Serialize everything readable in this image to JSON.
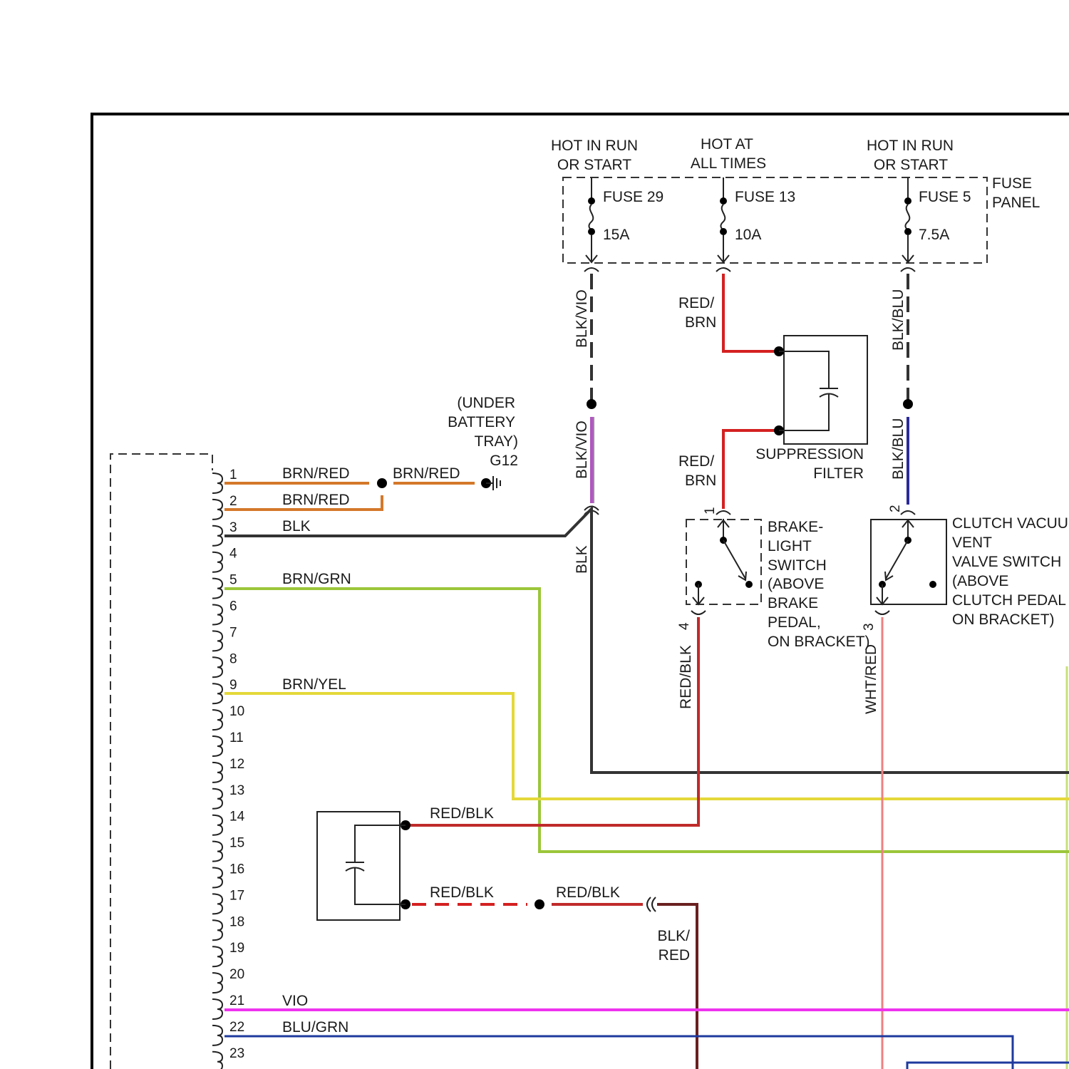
{
  "power": {
    "fuse29": {
      "hot": [
        "HOT IN RUN",
        "OR START"
      ],
      "name": "FUSE 29",
      "rating": "15A"
    },
    "fuse13": {
      "hot": [
        "HOT AT",
        "ALL TIMES"
      ],
      "name": "FUSE 13",
      "rating": "10A"
    },
    "fuse5": {
      "hot": [
        "HOT IN RUN",
        "OR START"
      ],
      "name": "FUSE 5",
      "rating": "7.5A"
    },
    "fuse_panel": [
      "FUSE",
      "PANEL"
    ]
  },
  "ground": {
    "location": [
      "(UNDER",
      "BATTERY",
      "TRAY)"
    ],
    "id": "G12"
  },
  "components": {
    "suppression_filter": [
      "SUPPRESSION",
      "FILTER"
    ],
    "brake_switch": [
      "BRAKE-",
      "LIGHT",
      "SWITCH",
      "(ABOVE",
      "BRAKE",
      "PEDAL,",
      "ON BRACKET)"
    ],
    "clutch_switch": [
      "CLUTCH VACUUM",
      "VENT",
      "VALVE SWITCH",
      "(ABOVE",
      "CLUTCH PEDAL",
      "ON BRACKET)"
    ]
  },
  "wires": {
    "blk_vio": "BLK/VIO",
    "blk_blu": "BLK/BLU",
    "red_brn": [
      "RED/",
      "BRN"
    ],
    "brn_red": "BRN/RED",
    "blk": "BLK",
    "brn_grn": "BRN/GRN",
    "brn_yel": "BRN/YEL",
    "red_blk": "RED/BLK",
    "blk_red": [
      "BLK/",
      "RED"
    ],
    "wht_red": "WHT/RED",
    "vio": "VIO",
    "blu_grn": "BLU/GRN"
  },
  "switch_pins": {
    "brake_in": "1",
    "brake_out": "4",
    "clutch_in": "2",
    "clutch_out": "3"
  },
  "connector_pins": [
    "1",
    "2",
    "3",
    "4",
    "5",
    "6",
    "7",
    "8",
    "9",
    "10",
    "11",
    "12",
    "13",
    "14",
    "15",
    "16",
    "17",
    "18",
    "19",
    "20",
    "21",
    "22",
    "23"
  ],
  "colors": {
    "brn_red": "#d4782a",
    "blk": "#333333",
    "brn_grn": "#9bc63a",
    "brn_yel": "#e4d83a",
    "red": "#d42020",
    "red_blk": "#c02a2a",
    "vio": "#ee33ee",
    "blu_grn": "#1e3a9e",
    "blk_vio": "#b056c0",
    "blk_blu": "#2a2a9a",
    "wht_red": "#f08080",
    "blk_red": "#6a2020"
  }
}
